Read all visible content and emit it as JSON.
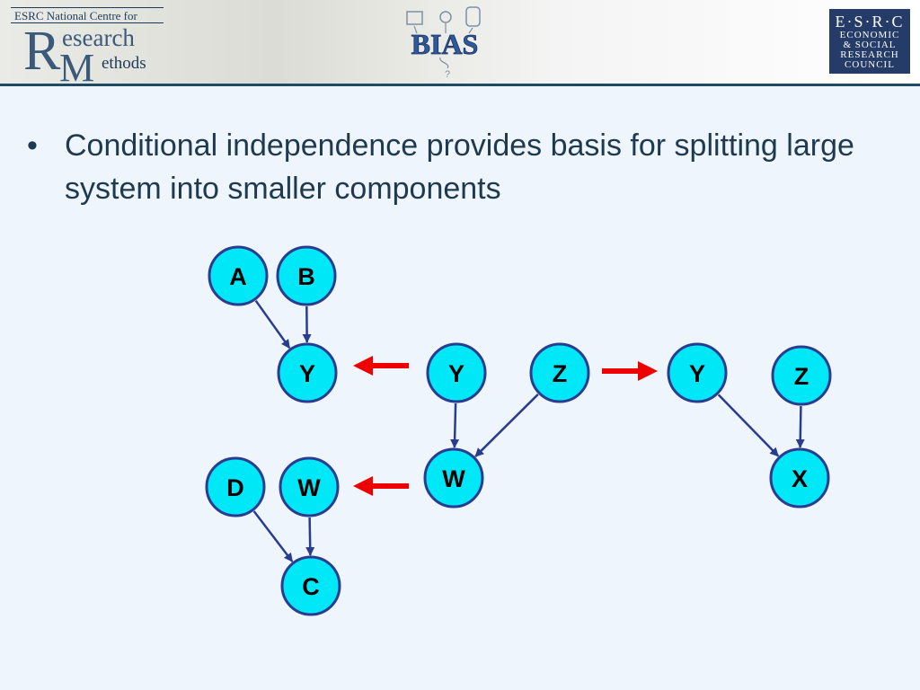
{
  "header": {
    "ncrm_logo": {
      "top_line": "ESRC National Centre for",
      "letter_r": "R",
      "esearch": "esearch",
      "letter_m": "M",
      "ethods": "ethods"
    },
    "bias_logo": {
      "text": "BIAS",
      "question_mark": "?"
    },
    "esrc_logo": {
      "line1": "E·S·R·C",
      "line2": "ECONOMIC",
      "line3": "& SOCIAL",
      "line4": "RESEARCH",
      "line5": "COUNCIL"
    }
  },
  "slide": {
    "bullet_marker": "•",
    "bullet_text": "Conditional independence provides basis for splitting large system into smaller components"
  },
  "diagram": {
    "colors": {
      "node_fill": "#00e8f8",
      "node_stroke": "#2a3c90",
      "edge": "#2a3c90",
      "split_arrow": "#ee0000"
    },
    "nodes": [
      {
        "id": "A",
        "label": "A"
      },
      {
        "id": "B",
        "label": "B"
      },
      {
        "id": "Y1",
        "label": "Y"
      },
      {
        "id": "Y2",
        "label": "Y"
      },
      {
        "id": "Z1",
        "label": "Z"
      },
      {
        "id": "W2",
        "label": "W"
      },
      {
        "id": "Y3",
        "label": "Y"
      },
      {
        "id": "Z2",
        "label": "Z"
      },
      {
        "id": "X",
        "label": "X"
      },
      {
        "id": "D",
        "label": "D"
      },
      {
        "id": "W1",
        "label": "W"
      },
      {
        "id": "C",
        "label": "C"
      }
    ],
    "edges": [
      {
        "from": "A",
        "to": "Y1"
      },
      {
        "from": "B",
        "to": "Y1"
      },
      {
        "from": "Y2",
        "to": "W2"
      },
      {
        "from": "Z1",
        "to": "W2"
      },
      {
        "from": "Y3",
        "to": "X"
      },
      {
        "from": "Z2",
        "to": "X"
      },
      {
        "from": "D",
        "to": "C"
      },
      {
        "from": "W1",
        "to": "C"
      }
    ],
    "split_arrows": [
      {
        "id": "arrow-left-top",
        "direction": "left"
      },
      {
        "id": "arrow-right-top",
        "direction": "right"
      },
      {
        "id": "arrow-left-bottom",
        "direction": "left"
      }
    ]
  }
}
